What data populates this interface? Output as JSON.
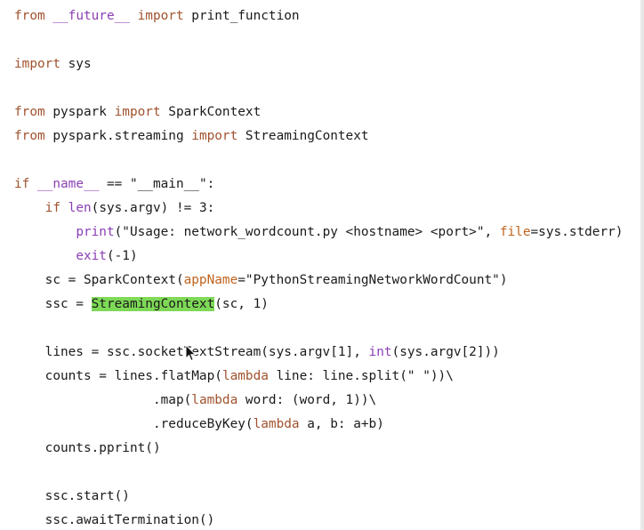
{
  "editor": {
    "name": "code-view",
    "lines": [
      [
        {
          "t": "from",
          "c": "kw"
        },
        {
          "t": " "
        },
        {
          "t": "__future__",
          "c": "bi"
        },
        {
          "t": " "
        },
        {
          "t": "import",
          "c": "kw"
        },
        {
          "t": " print_function"
        }
      ],
      [],
      [
        {
          "t": "import",
          "c": "kw"
        },
        {
          "t": " sys"
        }
      ],
      [],
      [
        {
          "t": "from",
          "c": "kw"
        },
        {
          "t": " pyspark "
        },
        {
          "t": "import",
          "c": "kw"
        },
        {
          "t": " SparkContext"
        }
      ],
      [
        {
          "t": "from",
          "c": "kw"
        },
        {
          "t": " pyspark.streaming "
        },
        {
          "t": "import",
          "c": "kw"
        },
        {
          "t": " StreamingContext"
        }
      ],
      [],
      [
        {
          "t": "if",
          "c": "kw"
        },
        {
          "t": " "
        },
        {
          "t": "__name__",
          "c": "bi"
        },
        {
          "t": " == \"__main__\":"
        }
      ],
      [
        {
          "t": "    "
        },
        {
          "t": "if",
          "c": "kw"
        },
        {
          "t": " "
        },
        {
          "t": "len",
          "c": "bi"
        },
        {
          "t": "(sys.argv) != "
        },
        {
          "t": "3",
          "c": "num"
        },
        {
          "t": ":"
        }
      ],
      [
        {
          "t": "        "
        },
        {
          "t": "print",
          "c": "bi"
        },
        {
          "t": "(\"Usage: network_wordcount.py <hostname> <port>\", "
        },
        {
          "t": "file",
          "c": "kwarg"
        },
        {
          "t": "=sys.stderr)"
        }
      ],
      [
        {
          "t": "        "
        },
        {
          "t": "exit",
          "c": "bi"
        },
        {
          "t": "(-1)"
        }
      ],
      [
        {
          "t": "    sc = SparkContext("
        },
        {
          "t": "appName",
          "c": "kwarg"
        },
        {
          "t": "=\"PythonStreamingNetworkWordCount\")"
        }
      ],
      [
        {
          "t": "    ssc = "
        },
        {
          "t": "StreamingContext",
          "c": "hl"
        },
        {
          "t": "(sc, 1)"
        }
      ],
      [],
      [
        {
          "t": "    lines = ssc.socketTextStream(sys.argv[1], "
        },
        {
          "t": "int",
          "c": "bi"
        },
        {
          "t": "(sys.argv[2]))"
        }
      ],
      [
        {
          "t": "    counts = lines.flatMap("
        },
        {
          "t": "lambda",
          "c": "kw"
        },
        {
          "t": " line: line.split(\" \"))\\"
        }
      ],
      [
        {
          "t": "                  .map("
        },
        {
          "t": "lambda",
          "c": "kw"
        },
        {
          "t": " word: (word, 1))\\"
        }
      ],
      [
        {
          "t": "                  .reduceByKey("
        },
        {
          "t": "lambda",
          "c": "kw"
        },
        {
          "t": " a, b: a+b)"
        }
      ],
      [
        {
          "t": "    counts.pprint()"
        }
      ],
      [],
      [
        {
          "t": "    ssc.start()"
        }
      ],
      [
        {
          "t": "    ssc.awaitTermination()"
        }
      ]
    ]
  },
  "colors": {
    "background": "#ffffff",
    "text": "#1a1a1a",
    "keyword": "#a0522d",
    "builtin": "#8b3fb5",
    "kwarg": "#c0631e",
    "highlight": "#7ed957"
  },
  "cursor": {
    "icon": "mouse-pointer-icon"
  }
}
